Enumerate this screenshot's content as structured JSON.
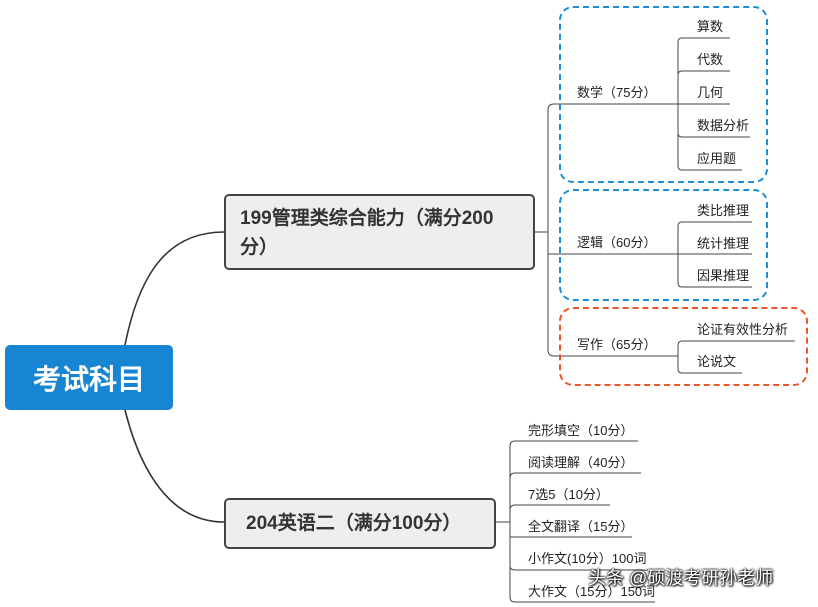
{
  "root": {
    "label": "考试科目"
  },
  "branches": {
    "b199": {
      "label": "199管理类综合能力（满分200分）",
      "math": {
        "label": "数学（75分）",
        "items": [
          "算数",
          "代数",
          "几何",
          "数据分析",
          "应用题"
        ]
      },
      "logic": {
        "label": "逻辑（60分）",
        "items": [
          "类比推理",
          "统计推理",
          "因果推理"
        ]
      },
      "writing": {
        "label": "写作（65分）",
        "items": [
          "论证有效性分析",
          "论说文"
        ]
      }
    },
    "b204": {
      "label": "204英语二（满分100分）",
      "items": [
        "完形填空（10分）",
        "阅读理解（40分）",
        "7选5（10分）",
        "全文翻译（15分）",
        "小作文(10分）100词",
        "大作文（15分）150词"
      ]
    }
  },
  "watermark": "头条 @硕渡考研孙老师",
  "colors": {
    "root_fill": "#1785d2",
    "node_fill": "#eeeeee",
    "box_blue": "#1a8fd6",
    "box_red": "#e8572a"
  }
}
